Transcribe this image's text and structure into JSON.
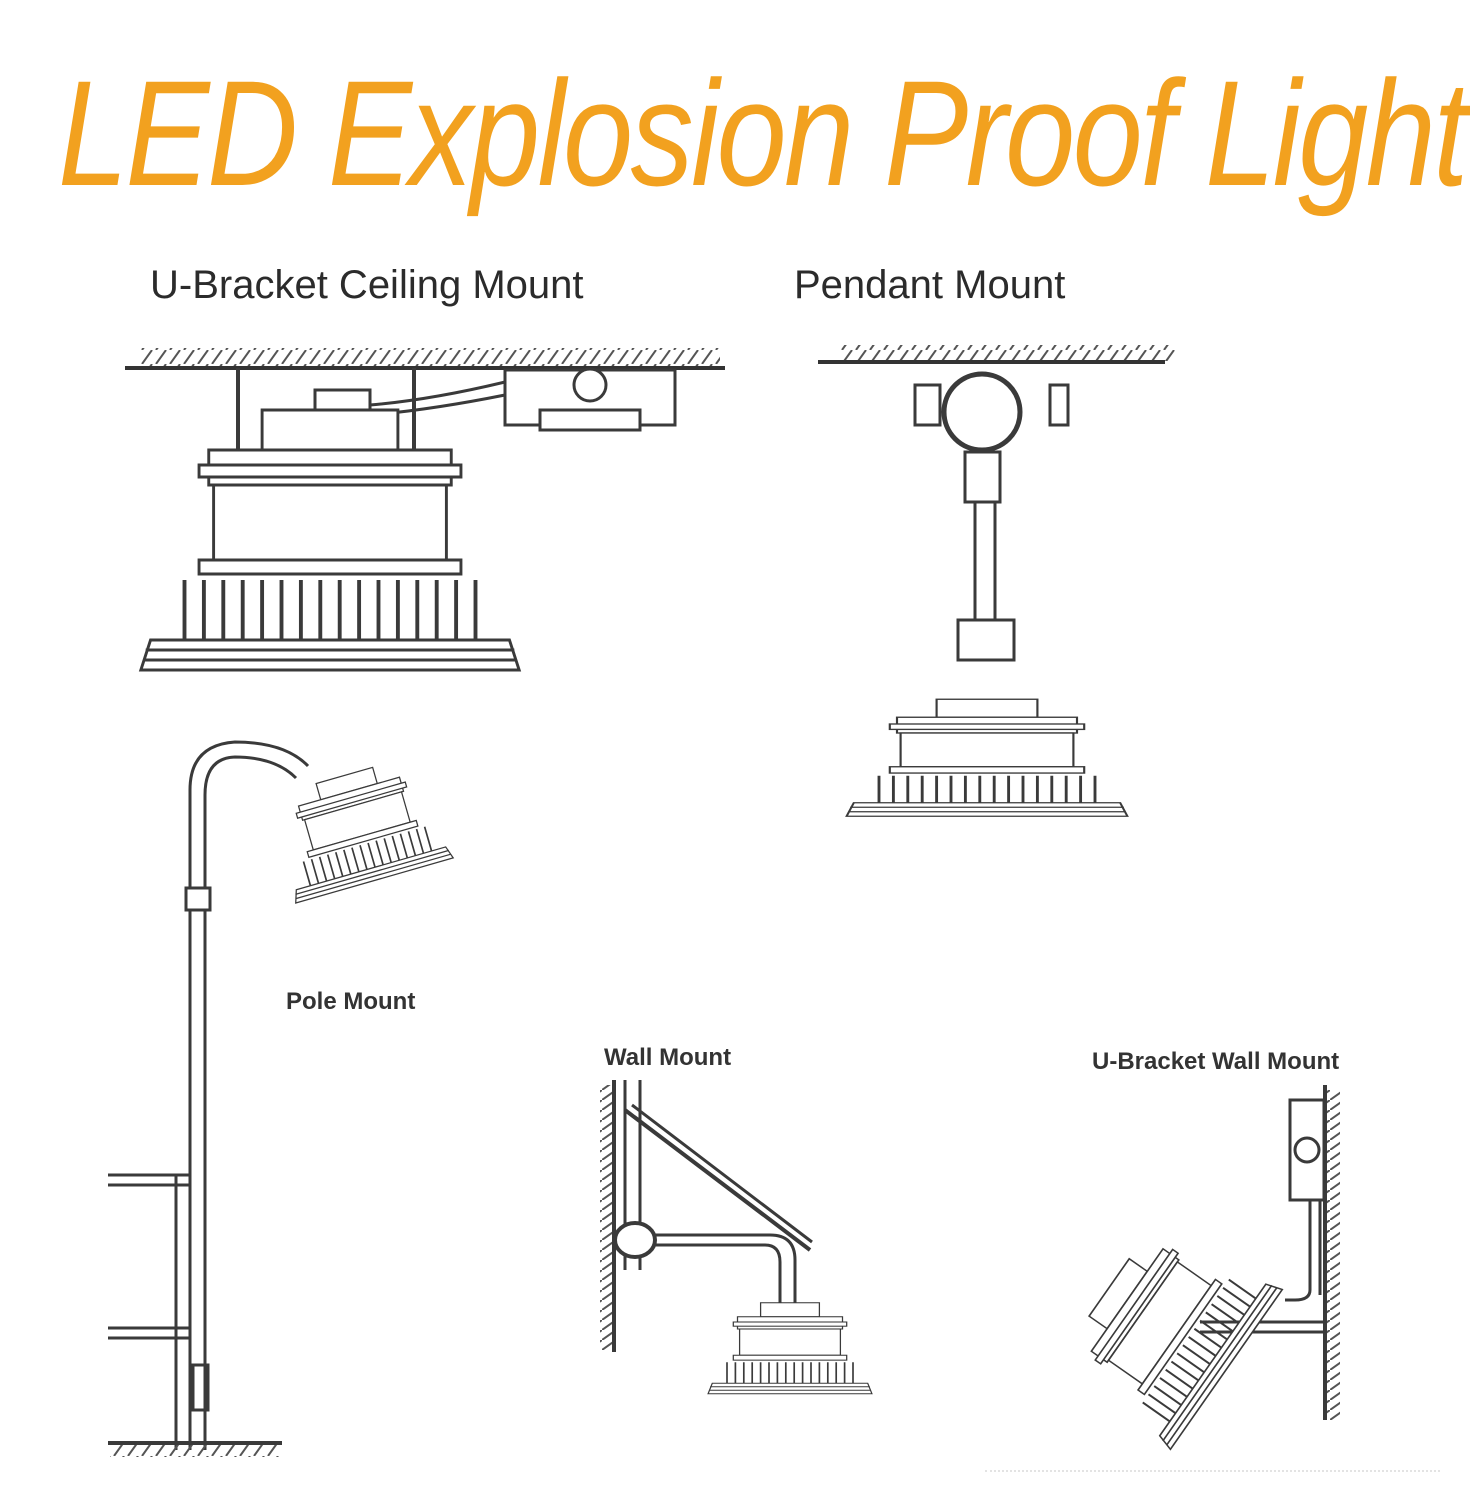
{
  "title": "LED Explosion Proof Light",
  "colors": {
    "title": "#f2a11f",
    "line": "#3a3a3a",
    "label": "#2b2b2b"
  },
  "diagrams": [
    {
      "id": "u-bracket-ceiling",
      "label": "U-Bracket Ceiling Mount"
    },
    {
      "id": "pendant",
      "label": "Pendant Mount"
    },
    {
      "id": "pole",
      "label": "Pole Mount"
    },
    {
      "id": "wall",
      "label": "Wall Mount"
    },
    {
      "id": "u-bracket-wall",
      "label": "U-Bracket Wall Mount"
    }
  ]
}
